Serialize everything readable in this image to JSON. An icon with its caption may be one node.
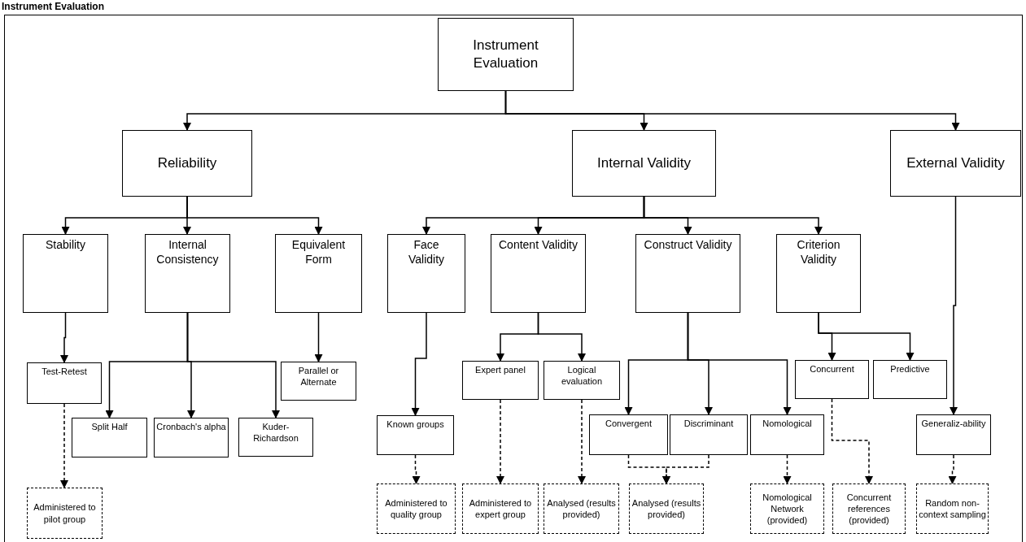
{
  "diagram": {
    "title": "Instrument Evaluation",
    "nodes": [
      {
        "text": [
          "Instrument Evaluation"
        ]
      },
      {
        "text": [
          "Reliability"
        ]
      },
      {
        "text": [
          "Internal Validity"
        ]
      },
      {
        "text": [
          "External Validity"
        ]
      },
      {
        "text": [
          "Stability"
        ]
      },
      {
        "text": [
          "Internal Consistency"
        ]
      },
      {
        "text": [
          "Equivalent Form"
        ]
      },
      {
        "text": [
          "Face Validity"
        ]
      },
      {
        "text": [
          "Content Validity"
        ]
      },
      {
        "text": [
          "Construct Validity"
        ]
      },
      {
        "text": [
          "Criterion Validity"
        ]
      },
      {
        "text": [
          "Test-Retest"
        ]
      },
      {
        "text": [
          "Parallel or Alternate"
        ]
      },
      {
        "text": [
          "Expert panel"
        ]
      },
      {
        "text": [
          "Logical evaluation"
        ]
      },
      {
        "text": [
          "Concurrent"
        ]
      },
      {
        "text": [
          "Predictive"
        ]
      },
      {
        "text": [
          "Split Half"
        ]
      },
      {
        "text": [
          "Cronbach's alpha"
        ]
      },
      {
        "text": [
          "Kuder-Richardson"
        ]
      },
      {
        "text": [
          "Known groups"
        ]
      },
      {
        "text": [
          "Convergent"
        ]
      },
      {
        "text": [
          "Discriminant"
        ]
      },
      {
        "text": [
          "Nomological"
        ]
      },
      {
        "text": [
          "Generaliz-ability"
        ]
      },
      {
        "text": [
          "Administered to pilot group"
        ]
      },
      {
        "text": [
          "Administered to quality group"
        ]
      },
      {
        "text": [
          "Administered to expert group"
        ]
      },
      {
        "text": [
          "Analysed (results provided)"
        ]
      },
      {
        "text": [
          "Analysed (results provided)"
        ]
      },
      {
        "text": [
          "Nomological Network (provided)"
        ]
      },
      {
        "text": [
          "Concurrent references (provided)"
        ]
      },
      {
        "text": [
          "Random non-context sampling"
        ]
      }
    ],
    "edges": [
      {
        "from": 0,
        "to": 1,
        "arrow": "to"
      },
      {
        "from": 0,
        "to": 2,
        "arrow": "to"
      },
      {
        "from": 0,
        "to": 3,
        "arrow": "to"
      },
      {
        "from": 1,
        "to": 4,
        "arrow": "to"
      },
      {
        "from": 1,
        "to": 5,
        "arrow": "to"
      },
      {
        "from": 1,
        "to": 6,
        "arrow": "to"
      },
      {
        "from": 2,
        "to": 7,
        "arrow": "to"
      },
      {
        "from": 2,
        "to": 8,
        "arrow": "to"
      },
      {
        "from": 2,
        "to": 9,
        "arrow": "to"
      },
      {
        "from": 2,
        "to": 10,
        "arrow": "to"
      },
      {
        "from": 4,
        "to": 11,
        "arrow": "to"
      },
      {
        "from": 5,
        "to": 17,
        "arrow": "to"
      },
      {
        "from": 5,
        "to": 18,
        "arrow": "to"
      },
      {
        "from": 5,
        "to": 19,
        "arrow": "to"
      },
      {
        "from": 6,
        "to": 12,
        "arrow": "to"
      },
      {
        "from": 7,
        "to": 20,
        "arrow": "to"
      },
      {
        "from": 8,
        "to": 13,
        "arrow": "to"
      },
      {
        "from": 8,
        "to": 14,
        "arrow": "to"
      },
      {
        "from": 9,
        "to": 21,
        "arrow": "to"
      },
      {
        "from": 9,
        "to": 22,
        "arrow": "to"
      },
      {
        "from": 9,
        "to": 23,
        "arrow": "to"
      },
      {
        "from": 10,
        "to": 15,
        "arrow": "to"
      },
      {
        "from": 10,
        "to": 16,
        "arrow": "to"
      },
      {
        "from": 3,
        "to": 24,
        "arrow": "to"
      },
      {
        "from": 11,
        "to": 25,
        "arrow": "to",
        "style": "dashed"
      },
      {
        "from": 20,
        "to": 26,
        "arrow": "to",
        "style": "dashed"
      },
      {
        "from": 13,
        "to": 27,
        "arrow": "to",
        "style": "dashed"
      },
      {
        "from": 14,
        "to": 28,
        "arrow": "to",
        "style": "dashed"
      },
      {
        "from": 21,
        "to": 29,
        "arrow": "to",
        "style": "dashed"
      },
      {
        "from": 22,
        "to": 29,
        "arrow": "to",
        "style": "dashed"
      },
      {
        "from": 23,
        "to": 30,
        "arrow": "to",
        "style": "dashed"
      },
      {
        "from": 15,
        "to": 31,
        "arrow": "to",
        "style": "dashed"
      },
      {
        "from": 24,
        "to": 32,
        "arrow": "to",
        "style": "dashed"
      }
    ]
  }
}
